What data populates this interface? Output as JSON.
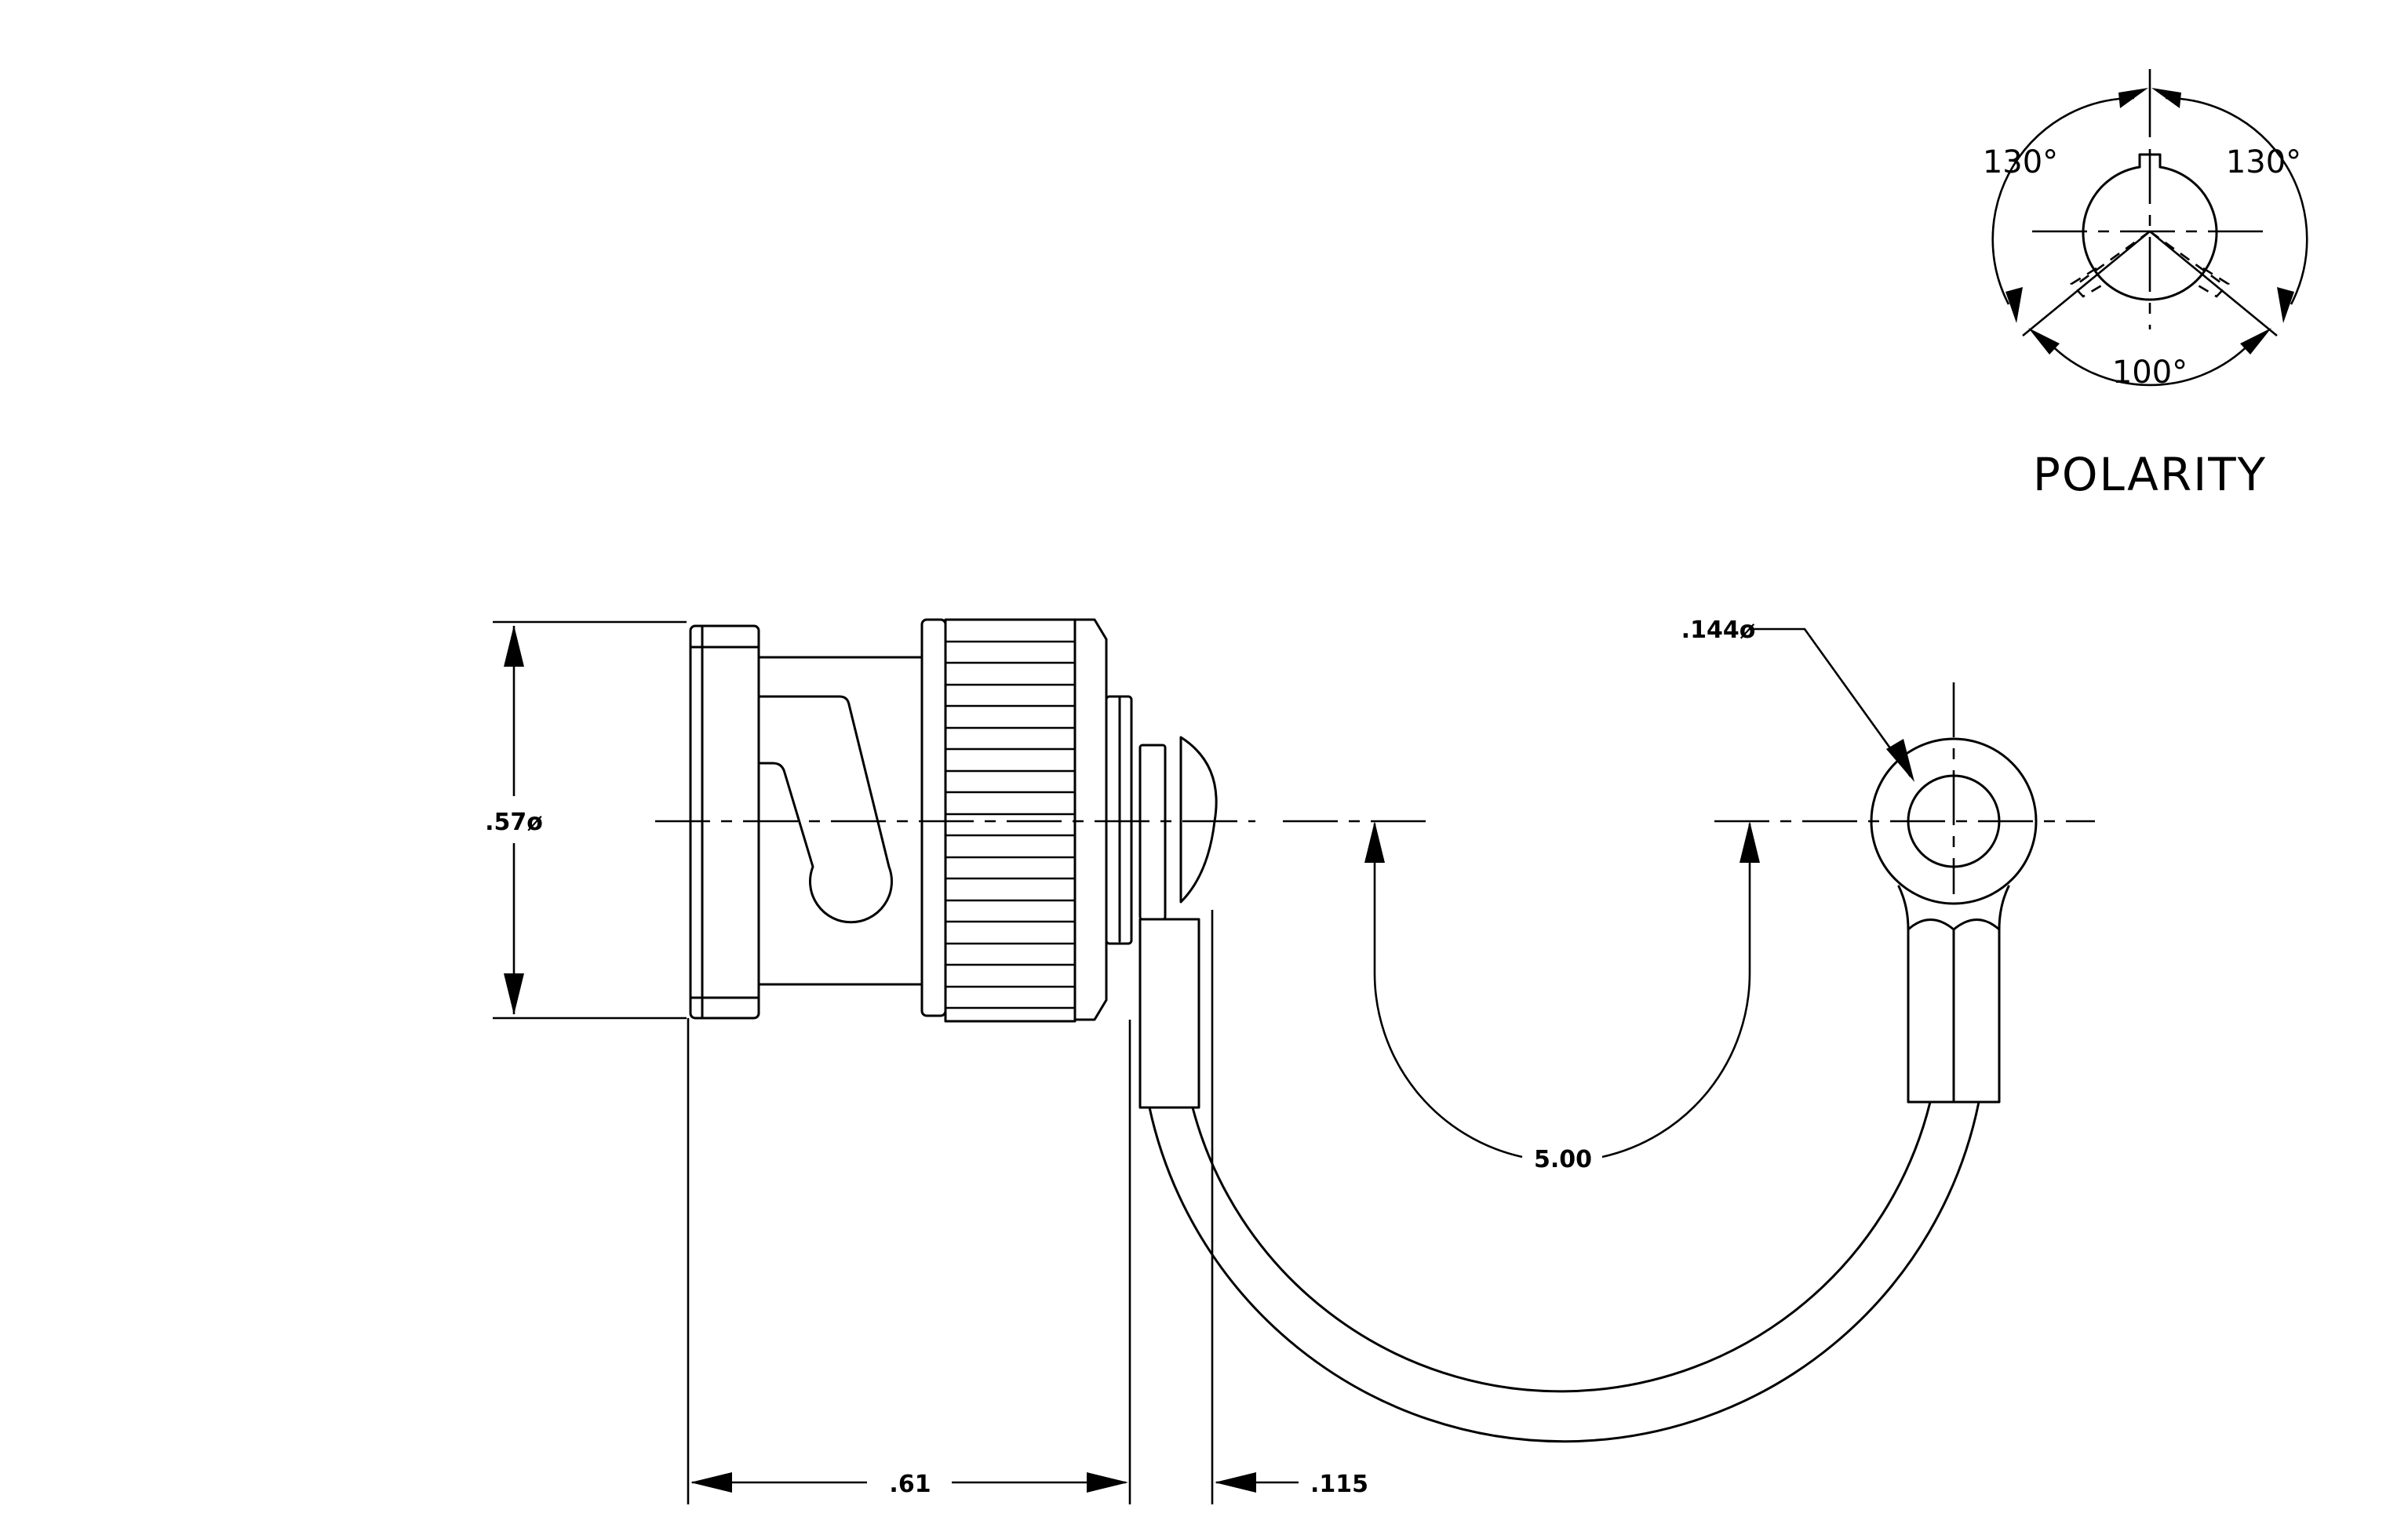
{
  "dimensions": {
    "diameter_body": ".57ø",
    "length_body": ".61",
    "cap_thickness": ".115",
    "chain_length": "5.00",
    "ring_hole": ".144ø"
  },
  "polarity": {
    "title": "POLARITY",
    "angle_left": "130°",
    "angle_right": "130°",
    "angle_bottom": "100°"
  }
}
